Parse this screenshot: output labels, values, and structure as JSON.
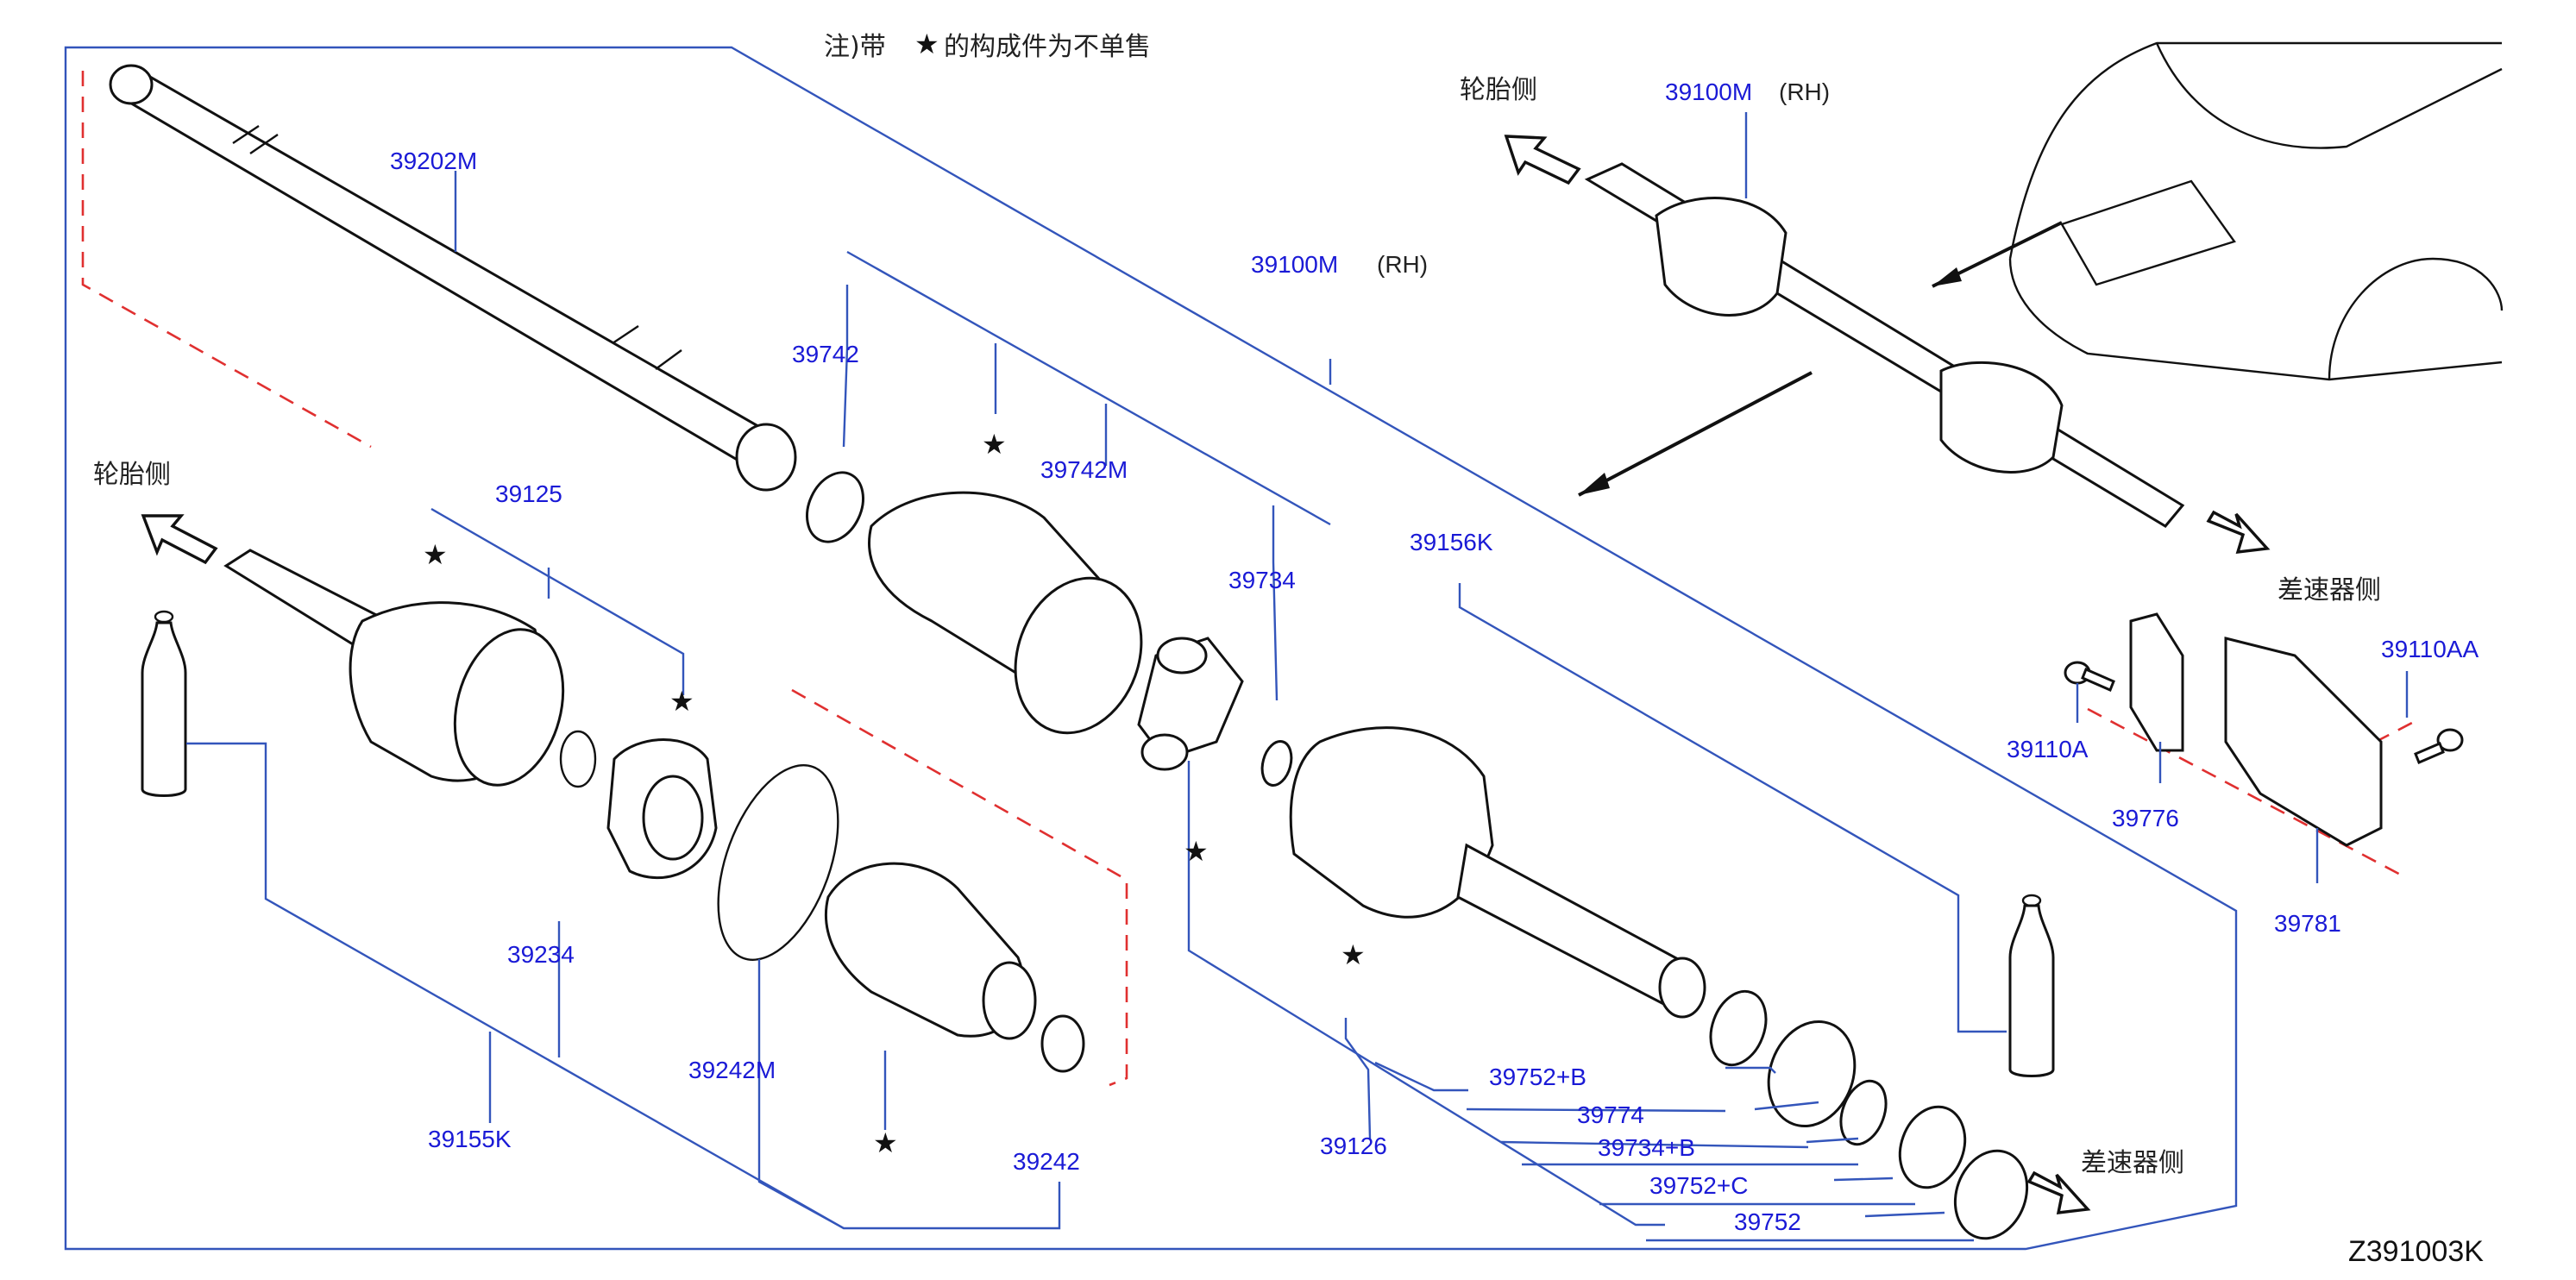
{
  "note": {
    "prefix": "注)带",
    "star": "★",
    "suffix": "的构成件为不单售"
  },
  "labels": {
    "tire_side": "轮胎侧",
    "diff_side": "差速器侧",
    "rh": "(RH)"
  },
  "parts": {
    "p39202M": "39202M",
    "p39100M": "39100M",
    "p39742": "39742",
    "p39742M": "39742M",
    "p39125": "39125",
    "p39734": "39734",
    "p39156K": "39156K",
    "p39234": "39234",
    "p39242M": "39242M",
    "p39155K": "39155K",
    "p39242": "39242",
    "p39126": "39126",
    "p39752B": "39752+B",
    "p39774": "39774",
    "p39734B": "39734+B",
    "p39752C": "39752+C",
    "p39752": "39752",
    "p39110A": "39110A",
    "p39110AA": "39110AA",
    "p39776": "39776",
    "p39781": "39781"
  },
  "star": "★",
  "diagram_code": "Z391003K"
}
